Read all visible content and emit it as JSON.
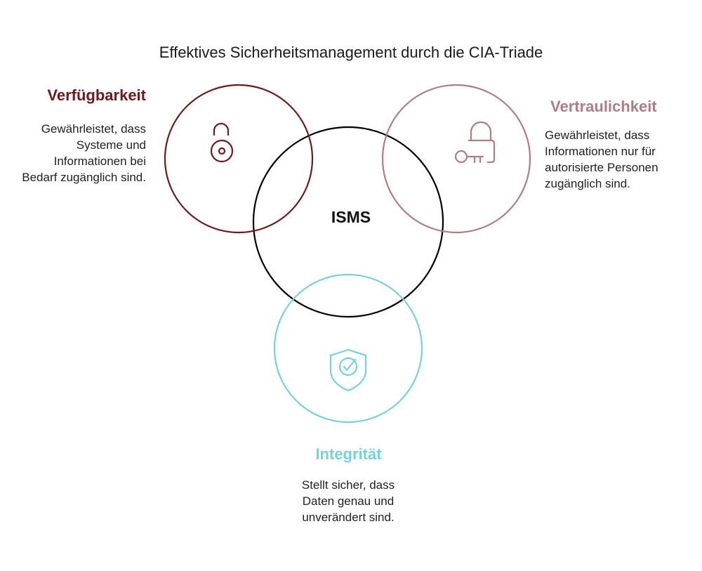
{
  "title": "Effektives Sicherheitsmanagement durch die CIA-Triade",
  "center": {
    "label": "ISMS",
    "color": "#000000"
  },
  "pillars": {
    "availability": {
      "heading": "Verfügbarkeit",
      "description": "Gewährleistet, dass Systeme und Informationen bei Bedarf zugänglich sind.",
      "color": "#6e1a1c",
      "icon": "open-padlock-icon"
    },
    "confidentiality": {
      "heading": "Vertraulichkeit",
      "description": "Gewährleistet, dass Informationen nur für autorisierte Personen zugänglich sind.",
      "color": "#b07c86",
      "icon": "lock-and-key-icon"
    },
    "integrity": {
      "heading": "Integrität",
      "description": "Stellt sicher, dass Daten genau und unverändert sind.",
      "color": "#74d2dc",
      "icon": "shield-check-icon"
    }
  }
}
